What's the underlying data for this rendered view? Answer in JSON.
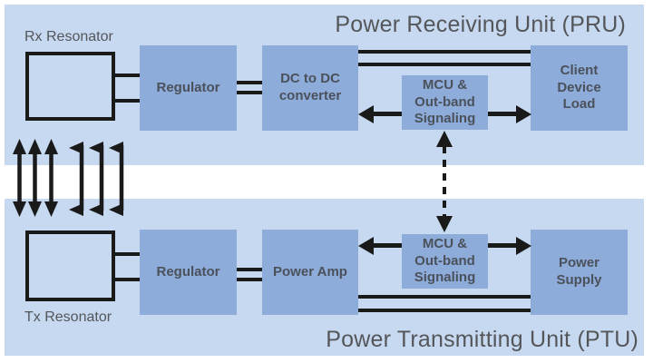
{
  "colors": {
    "bg": "#ffffff",
    "panel": "#c6d9f0",
    "box": "#8dacda",
    "line": "#1a1a1a",
    "title-ink": "#54565a",
    "label-ink": "#4b515b"
  },
  "pru": {
    "title": "Power Receiving Unit (PRU)",
    "resonator_label": "Rx Resonator",
    "regulator_label": "Regulator",
    "converter_label": "DC to DC\nconverter",
    "mcu_label": "MCU &\nOut-band\nSignaling",
    "load_label": "Client\nDevice\nLoad"
  },
  "ptu": {
    "title": "Power Transmitting Unit (PTU)",
    "resonator_label": "Tx Resonator",
    "regulator_label": "Regulator",
    "amp_label": "Power Amp",
    "mcu_label": "MCU &\nOut-band\nSignaling",
    "supply_label": "Power\nSupply"
  }
}
